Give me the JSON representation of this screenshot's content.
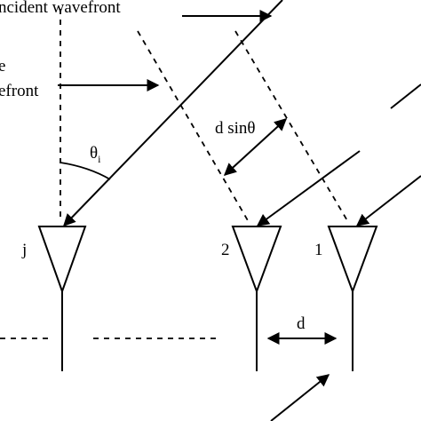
{
  "labels": {
    "incident_wavefront": "ncident wavefront",
    "wavefront_partial_top": "e",
    "wavefront_partial_bottom": "efront",
    "theta_base": "θ",
    "theta_sub": "i",
    "d_sin_theta": "d sinθ",
    "distance_d": "d"
  },
  "antennas": [
    {
      "id": "j",
      "label": "j"
    },
    {
      "id": "2",
      "label": "2"
    },
    {
      "id": "1",
      "label": "1"
    }
  ],
  "colors": {
    "ink": "#000000",
    "background": "#ffffff"
  }
}
